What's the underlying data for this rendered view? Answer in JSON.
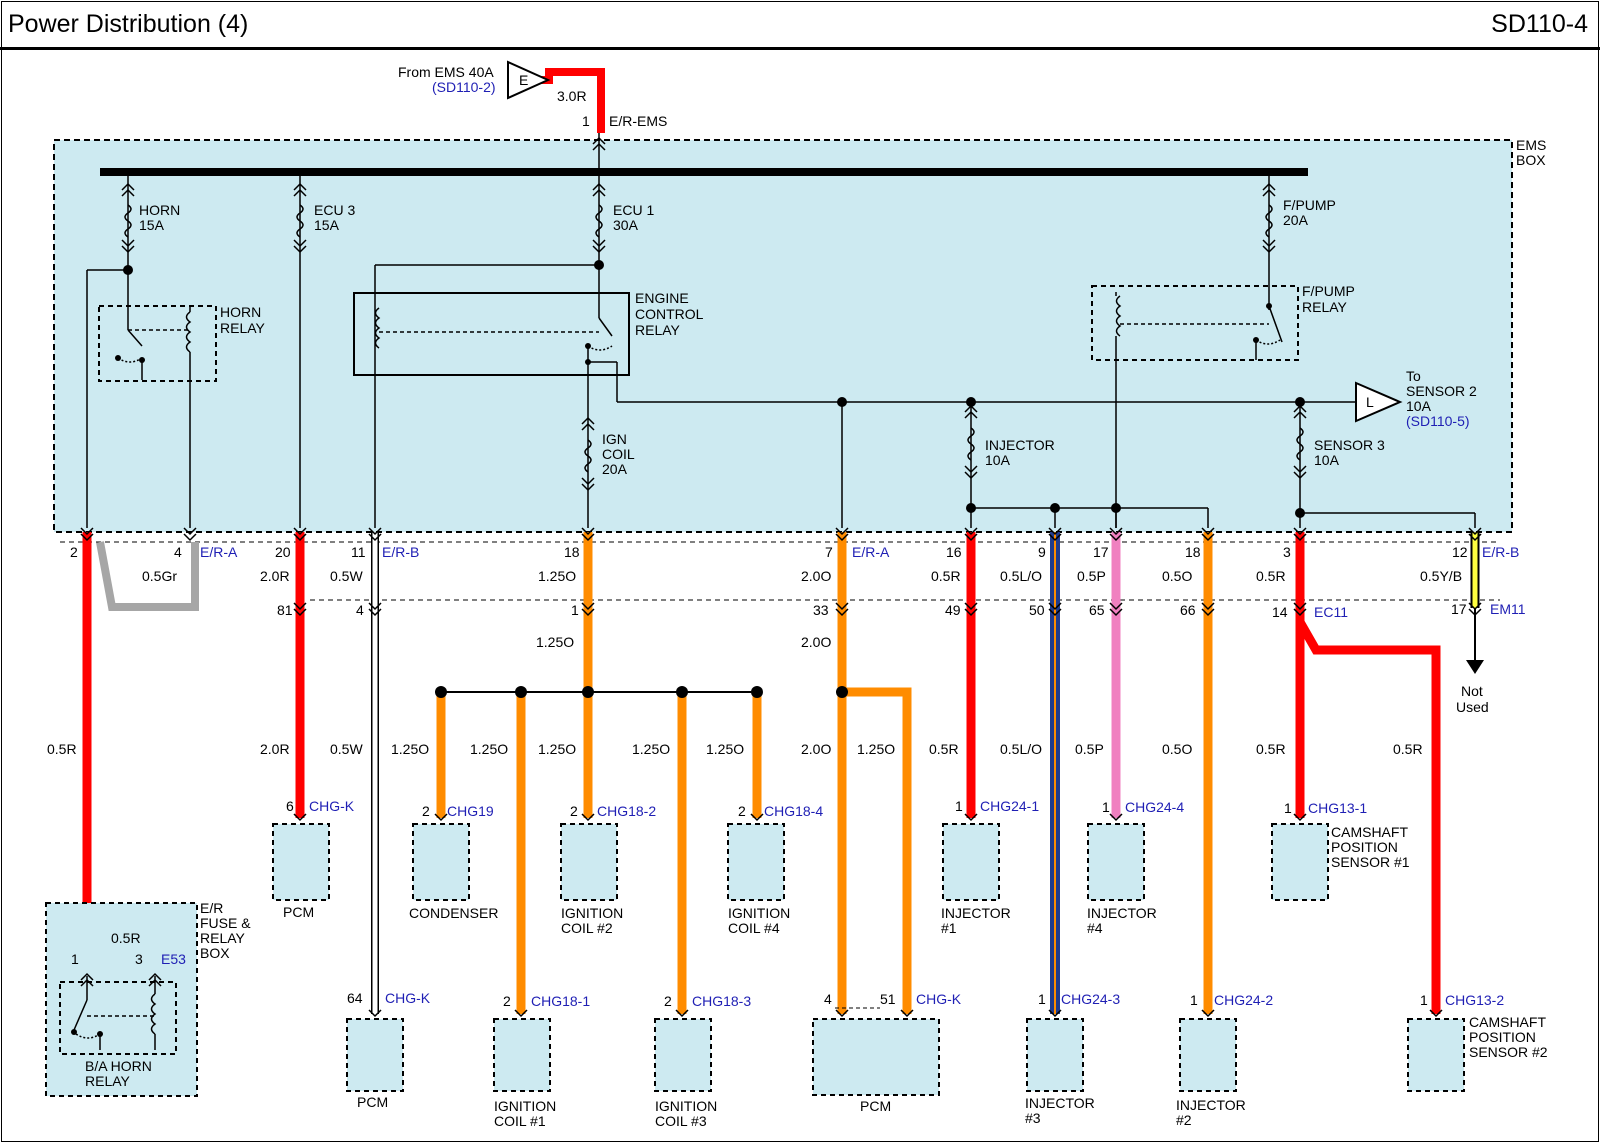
{
  "header": {
    "title": "Power Distribution (4)",
    "code": "SD110-4"
  },
  "colors": {
    "red": "#ff0000",
    "orange": "#ff8c00",
    "gray": "#a6a6a6",
    "white": "#ffffff",
    "pink": "#f080c0",
    "blue": "#1f1fb4",
    "navy": "#203b8c",
    "yellow": "#ffff40",
    "box_fill": "#cdeaf1"
  },
  "source": {
    "from": "From EMS 40A",
    "ref": "(SD110-2)",
    "connector_letter": "E",
    "wire": "3.0R",
    "pin": "1",
    "connector": "E/R-EMS"
  },
  "ems_box": {
    "label_line1": "EMS",
    "label_line2": "BOX"
  },
  "fuses": [
    {
      "name": "HORN",
      "rating": "15A"
    },
    {
      "name": "ECU 3",
      "rating": "15A"
    },
    {
      "name": "ECU 1",
      "rating": "30A"
    },
    {
      "name": "F/PUMP",
      "rating": "20A"
    },
    {
      "name_line1": "IGN",
      "name_line2": "COIL",
      "rating": "20A"
    },
    {
      "name": "INJECTOR",
      "rating": "10A"
    },
    {
      "name": "SENSOR 3",
      "rating": "10A"
    }
  ],
  "relays": {
    "horn": {
      "line1": "HORN",
      "line2": "RELAY"
    },
    "engine_control": {
      "line1": "ENGINE",
      "line2": "CONTROL",
      "line3": "RELAY"
    },
    "fpump": {
      "line1": "F/PUMP",
      "line2": "RELAY"
    }
  },
  "to_sensor2": {
    "letter": "L",
    "line1": "To",
    "line2": "SENSOR 2",
    "line3": "10A",
    "ref": "(SD110-5)"
  },
  "box_pins": [
    {
      "pin": "2"
    },
    {
      "pin": "4",
      "connector": "E/R-A"
    },
    {
      "pin": "20"
    },
    {
      "pin": "11",
      "connector": "E/R-B"
    },
    {
      "pin": "18"
    },
    {
      "pin": "7",
      "connector": "E/R-A"
    },
    {
      "pin": "16"
    },
    {
      "pin": "9"
    },
    {
      "pin": "17"
    },
    {
      "pin": "18"
    },
    {
      "pin": "3"
    },
    {
      "pin": "12",
      "connector": "E/R-B"
    }
  ],
  "wires_upper": [
    "0.5Gr",
    "2.0R",
    "0.5W",
    "1.25O",
    "2.0O",
    "0.5R",
    "0.5L/O",
    "0.5P",
    "0.5O",
    "0.5R",
    "0.5Y/B"
  ],
  "mid_pins": [
    "81",
    "4",
    "1",
    "33",
    "49",
    "50",
    "65",
    "66",
    "14",
    "17"
  ],
  "mid_connectors": {
    "ec11": "EC11",
    "em11": "EM11"
  },
  "wires_mid": [
    "1.25O",
    "2.0O"
  ],
  "not_used": {
    "line1": "Not",
    "line2": "Used"
  },
  "wires_lower": [
    "0.5R",
    "2.0R",
    "0.5W",
    "1.25O",
    "1.25O",
    "1.25O",
    "1.25O",
    "1.25O",
    "2.0O",
    "1.25O",
    "0.5R",
    "0.5L/O",
    "0.5P",
    "0.5O",
    "0.5R",
    "0.5R"
  ],
  "components": [
    {
      "pin": "6",
      "connector": "CHG-K",
      "name": "PCM"
    },
    {
      "pin": "2",
      "connector": "CHG19",
      "name": "CONDENSER"
    },
    {
      "pin": "2",
      "connector": "CHG18-2",
      "name_line1": "IGNITION",
      "name_line2": "COIL #2"
    },
    {
      "pin": "2",
      "connector": "CHG18-4",
      "name_line1": "IGNITION",
      "name_line2": "COIL #4"
    },
    {
      "pin": "1",
      "connector": "CHG24-1",
      "name_line1": "INJECTOR",
      "name_line2": "#1"
    },
    {
      "pin": "1",
      "connector": "CHG24-4",
      "name_line1": "INJECTOR",
      "name_line2": "#4"
    },
    {
      "pin": "1",
      "connector": "CHG13-1",
      "name_line1": "CAMSHAFT",
      "name_line2": "POSITION",
      "name_line3": "SENSOR #1"
    },
    {
      "pin": "64",
      "connector": "CHG-K",
      "name": "PCM"
    },
    {
      "pin": "2",
      "connector": "CHG18-1",
      "name_line1": "IGNITION",
      "name_line2": "COIL #1"
    },
    {
      "pin": "2",
      "connector": "CHG18-3",
      "name_line1": "IGNITION",
      "name_line2": "COIL #3"
    },
    {
      "pin_a": "4",
      "pin_b": "51",
      "connector": "CHG-K",
      "name": "PCM"
    },
    {
      "pin": "1",
      "connector": "CHG24-3",
      "name_line1": "INJECTOR",
      "name_line2": "#3"
    },
    {
      "pin": "1",
      "connector": "CHG24-2",
      "name_line1": "INJECTOR",
      "name_line2": "#2"
    },
    {
      "pin": "1",
      "connector": "CHG13-2",
      "name_line1": "CAMSHAFT",
      "name_line2": "POSITION",
      "name_line3": "SENSOR #2"
    }
  ],
  "er_box": {
    "line1": "E/R",
    "line2": "FUSE &",
    "line3": "RELAY",
    "line4": "BOX",
    "wire": "0.5R",
    "pin_a": "1",
    "pin_b": "3",
    "connector": "E53",
    "relay_line1": "B/A HORN",
    "relay_line2": "RELAY"
  }
}
